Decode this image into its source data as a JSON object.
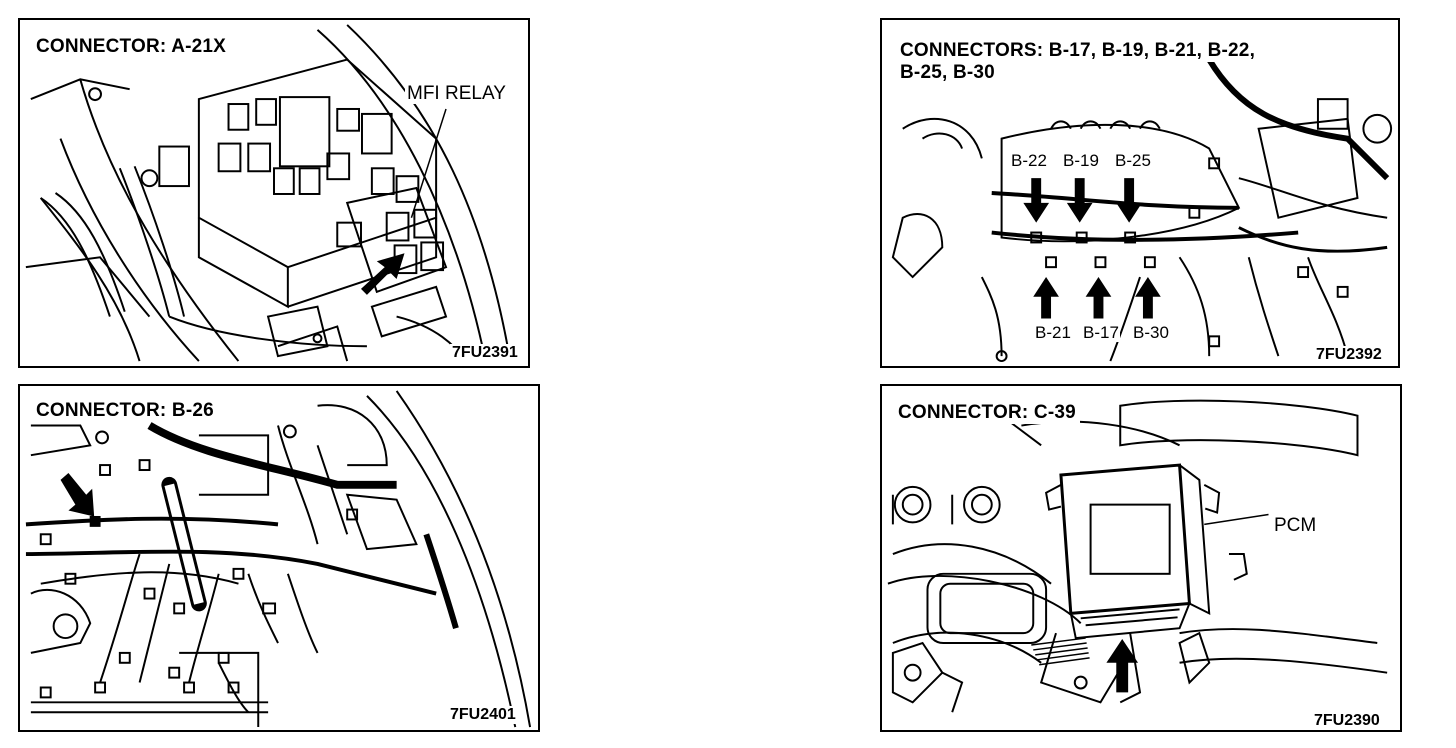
{
  "panels": [
    {
      "title": "CONNECTOR:  A-21X",
      "labels": [
        "MFI RELAY"
      ],
      "code": "7FU2391"
    },
    {
      "title_line1": "CONNECTORS: B-17, B-19, B-21, B-22,",
      "title_line2": "B-25,  B-30",
      "labels_top": [
        "B-22",
        "B-19",
        "B-25"
      ],
      "labels_bottom": [
        "B-21",
        "B-17",
        "B-30"
      ],
      "code": "7FU2392"
    },
    {
      "title": "CONNECTOR:  B-26",
      "code": "7FU2401"
    },
    {
      "title": "CONNECTOR:  C-39",
      "labels": [
        "PCM"
      ],
      "code": "7FU2390"
    }
  ]
}
